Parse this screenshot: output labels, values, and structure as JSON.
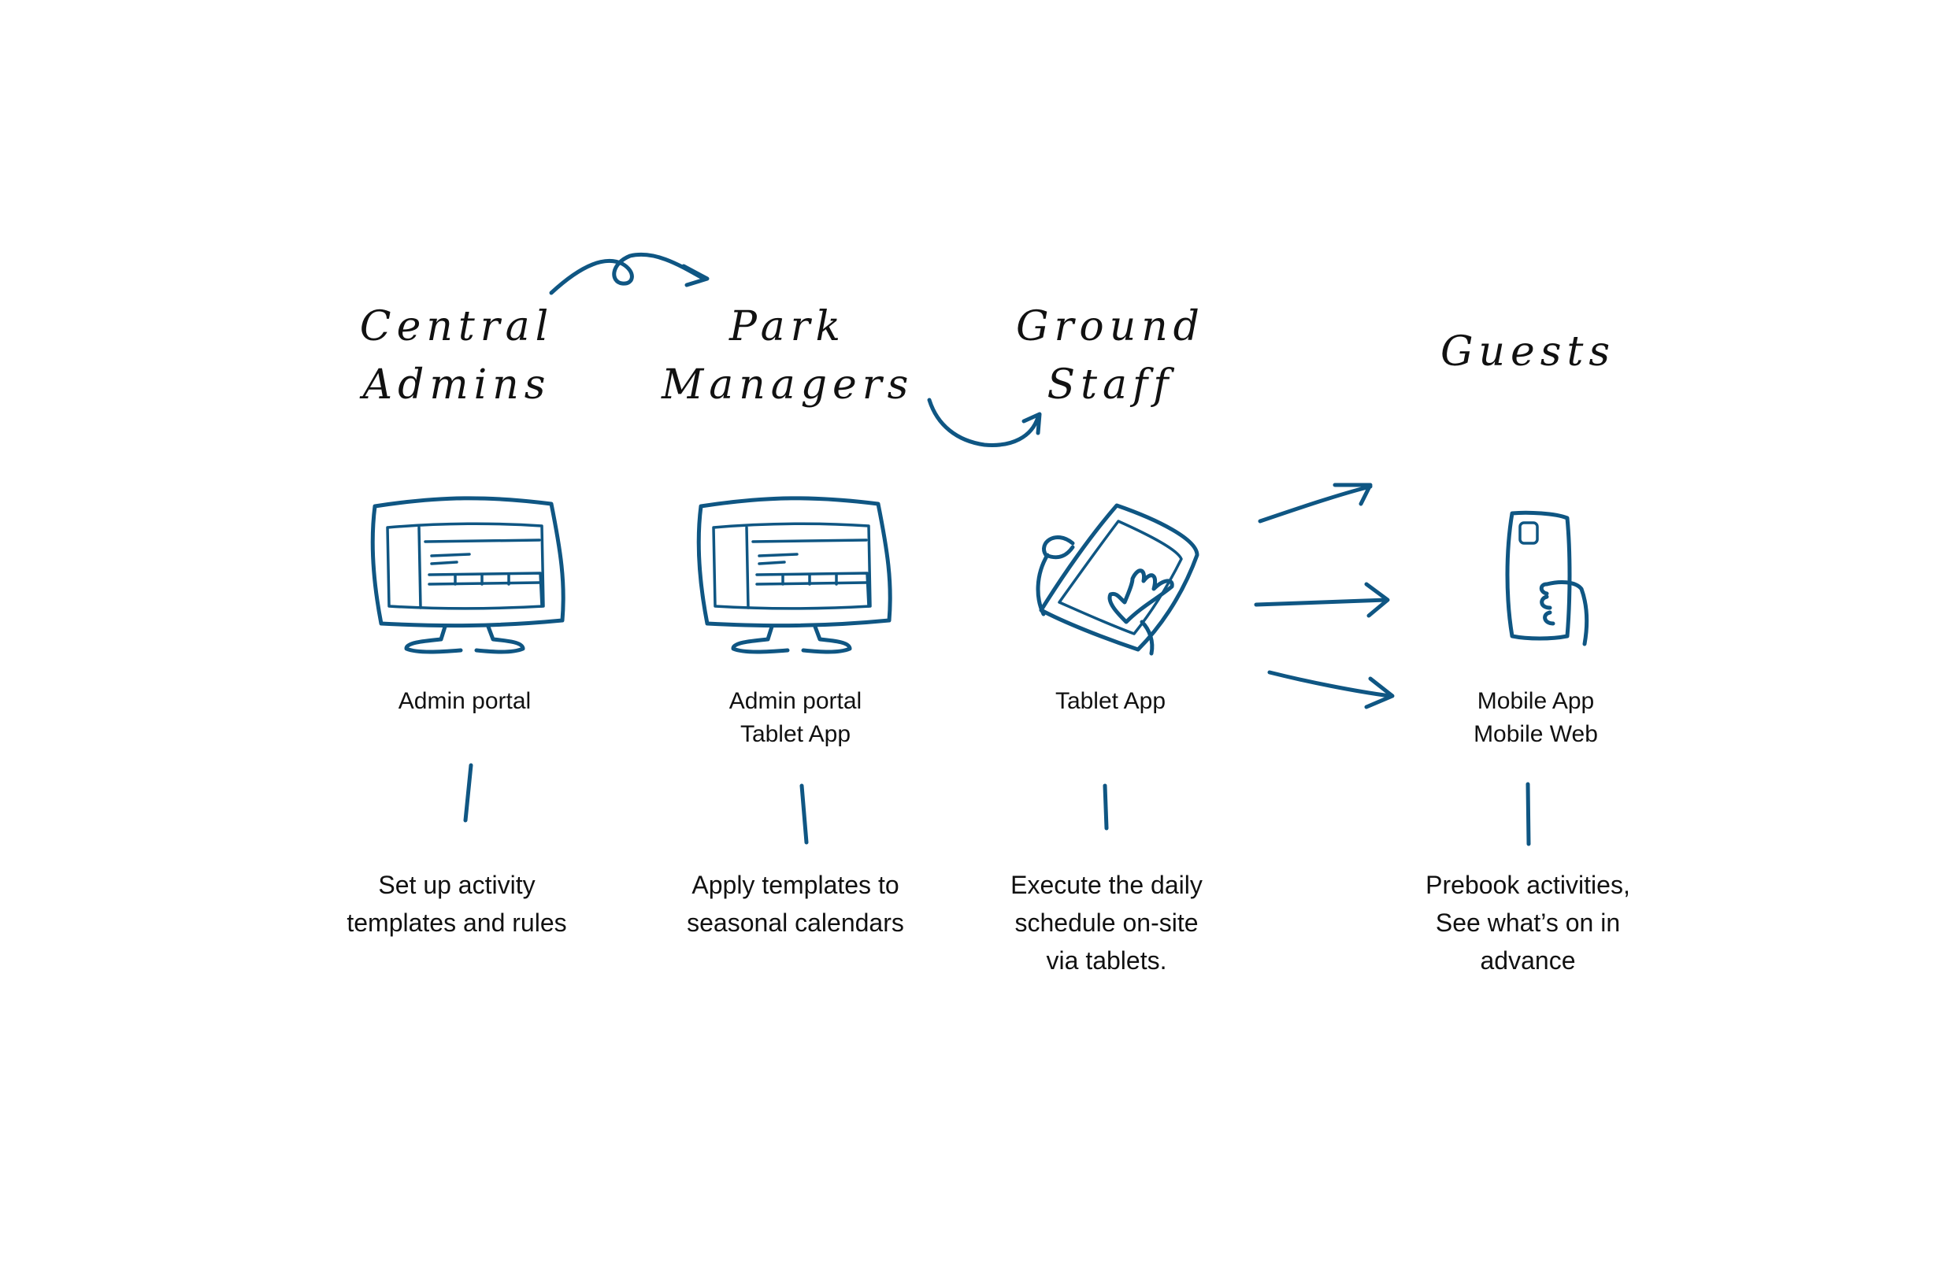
{
  "accent_color": "#0f5683",
  "columns": [
    {
      "role": "Central\nAdmins",
      "icon": "desktop-monitor-icon",
      "channel": "Admin portal",
      "description": "Set up activity\ntemplates and rules"
    },
    {
      "role": "Park\nManagers",
      "icon": "desktop-monitor-icon",
      "channel": "Admin portal\nTablet App",
      "description": "Apply templates to\nseasonal calendars"
    },
    {
      "role": "Ground\nStaff",
      "icon": "tablet-in-hands-icon",
      "channel": "Tablet App",
      "description": "Execute the daily\nschedule on-site\nvia tablets."
    },
    {
      "role": "Guests",
      "icon": "phone-in-hand-icon",
      "channel": "Mobile App\nMobile Web",
      "description": "Prebook activities,\nSee what’s on in\nadvance"
    }
  ]
}
